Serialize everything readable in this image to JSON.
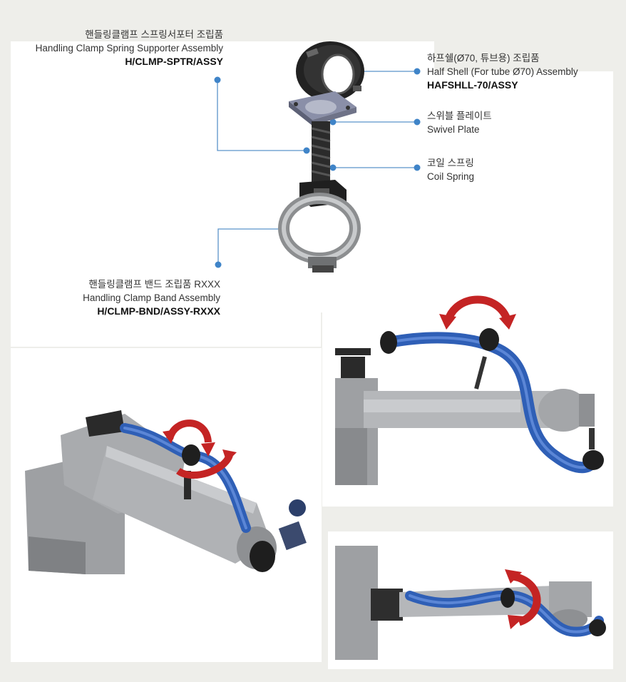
{
  "labels": {
    "spring_supporter": {
      "ko": "핸들링클램프 스프링서포터 조립품",
      "en": "Handling Clamp Spring Supporter Assembly",
      "code": "H/CLMP-SPTR/ASSY"
    },
    "half_shell": {
      "ko": "하프쉘(Ø70, 튜브용) 조립품",
      "en": "Half Shell (For tube Ø70) Assembly",
      "code": "HAFSHLL-70/ASSY"
    },
    "swivel_plate": {
      "ko": "스위블 플레이트",
      "en": "Swivel Plate"
    },
    "coil_spring": {
      "ko": "코일 스프링",
      "en": "Coil Spring"
    },
    "band": {
      "ko": "핸들링클램프 밴드 조립품 RXXX",
      "en": "Handling Clamp Band Assembly",
      "code": "H/CLMP-BND/ASSY-RXXX"
    }
  },
  "colors": {
    "background": "#eeeeea",
    "panel": "#ffffff",
    "leader_line": "#5b93c9",
    "leader_dot": "#3f84c8",
    "tube": "#2f5fb6",
    "arrow": "#c42424",
    "robot": "#a5a7aa"
  },
  "icons": [
    "clamp-assembly-illustration",
    "robot-arm-illustration",
    "rotation-arrow-icon"
  ]
}
